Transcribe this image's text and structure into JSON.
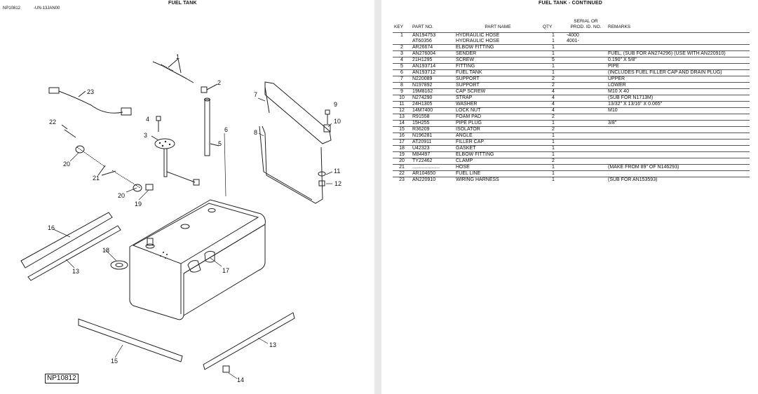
{
  "left_page": {
    "title": "FUEL TANK",
    "code": "NP10812",
    "date_code": "-UN-13JAN00",
    "figure_label": "NP10812",
    "callouts": [
      "1",
      "2",
      "3",
      "4",
      "5",
      "6",
      "7",
      "8",
      "9",
      "10",
      "11",
      "12",
      "13",
      "13",
      "14",
      "15",
      "16",
      "17",
      "18",
      "19",
      "20",
      "20",
      "21",
      "22",
      "23"
    ]
  },
  "right_page": {
    "title": "FUEL TANK - CONTINUED",
    "headers": {
      "key": "KEY",
      "part_no": "PART NO.",
      "part_name": "PART NAME",
      "qty": "QTY",
      "serial_line1": "SERIAL OR",
      "serial_line2": "PROD. ID. NO.",
      "remarks": "REMARKS"
    },
    "rows": [
      {
        "key": "1",
        "part_no": "AN194753",
        "name": "HYDRAULIC HOSE",
        "qty": "1",
        "serial": "-4000",
        "remarks": ""
      },
      {
        "key": "",
        "part_no": "AT60356",
        "name": "HYDRAULIC HOSE",
        "qty": "1",
        "serial": "4001-",
        "remarks": ""
      },
      {
        "key": "2",
        "part_no": "AR26674",
        "name": "ELBOW FITTING",
        "qty": "1",
        "serial": "",
        "remarks": ""
      },
      {
        "key": "3",
        "part_no": "AN276004",
        "name": "SENDER",
        "qty": "1",
        "serial": "",
        "remarks": "FUEL, (SUB FOR AN274296) (USE WITH AN220910)"
      },
      {
        "key": "4",
        "part_no": "21H1295",
        "name": "SCREW",
        "qty": "5",
        "serial": "",
        "remarks": "0.190\" X 5/8\""
      },
      {
        "key": "5",
        "part_no": "AN193714",
        "name": "FITTING",
        "qty": "1",
        "serial": "",
        "remarks": "PIPE"
      },
      {
        "key": "6",
        "part_no": "AN193712",
        "name": "FUEL TANK",
        "qty": "1",
        "serial": "",
        "remarks": "(INCLUDES FUEL FILLER CAP AND DRAIN PLUG)"
      },
      {
        "key": "7",
        "part_no": "N220089",
        "name": "SUPPORT",
        "qty": "2",
        "serial": "",
        "remarks": "UPPER"
      },
      {
        "key": "8",
        "part_no": "N197892",
        "name": "SUPPORT",
        "qty": "2",
        "serial": "",
        "remarks": "LOWER"
      },
      {
        "key": "9",
        "part_no": "19M8162",
        "name": "CAP SCREW",
        "qty": "4",
        "serial": "",
        "remarks": "M10 X 40"
      },
      {
        "key": "10",
        "part_no": "N274290",
        "name": "STRAP",
        "qty": "4",
        "serial": "",
        "remarks": "(SUB FOR N1713M)"
      },
      {
        "key": "11",
        "part_no": "24H1305",
        "name": "WASHER",
        "qty": "4",
        "serial": "",
        "remarks": "13/32\" X 13/16\" X 0.065\""
      },
      {
        "key": "12",
        "part_no": "14M7400",
        "name": "LOCK NUT",
        "qty": "4",
        "serial": "",
        "remarks": "M10"
      },
      {
        "key": "13",
        "part_no": "R91558",
        "name": "FOAM PAD",
        "qty": "2",
        "serial": "",
        "remarks": ""
      },
      {
        "key": "14",
        "part_no": "15H255",
        "name": "PIPE PLUG",
        "qty": "1",
        "serial": "",
        "remarks": "3/8\""
      },
      {
        "key": "15",
        "part_no": "R36209",
        "name": "ISOLATOR",
        "qty": "2",
        "serial": "",
        "remarks": ""
      },
      {
        "key": "16",
        "part_no": "N196281",
        "name": "ANGLE",
        "qty": "1",
        "serial": "",
        "remarks": ""
      },
      {
        "key": "17",
        "part_no": "AT20911",
        "name": "FILLER CAP",
        "qty": "1",
        "serial": "",
        "remarks": ""
      },
      {
        "key": "18",
        "part_no": "U42323",
        "name": "GASKET",
        "qty": "1",
        "serial": "",
        "remarks": ""
      },
      {
        "key": "19",
        "part_no": "M84497",
        "name": "ELBOW FITTING",
        "qty": "1",
        "serial": "",
        "remarks": ""
      },
      {
        "key": "20",
        "part_no": "TY22462",
        "name": "CLAMP",
        "qty": "2",
        "serial": "",
        "remarks": ""
      },
      {
        "key": "21",
        "part_no": "....................",
        "name": "HOSE",
        "qty": "1",
        "serial": "",
        "remarks": "(MAKE FROM 89\" OF N146293)"
      },
      {
        "key": "22",
        "part_no": "AR104650",
        "name": "FUEL LINE",
        "qty": "1",
        "serial": "",
        "remarks": ""
      },
      {
        "key": "23",
        "part_no": "AN220910",
        "name": "WIRING HARNESS",
        "qty": "1",
        "serial": "",
        "remarks": "(SUB FOR AN153593)"
      }
    ]
  }
}
